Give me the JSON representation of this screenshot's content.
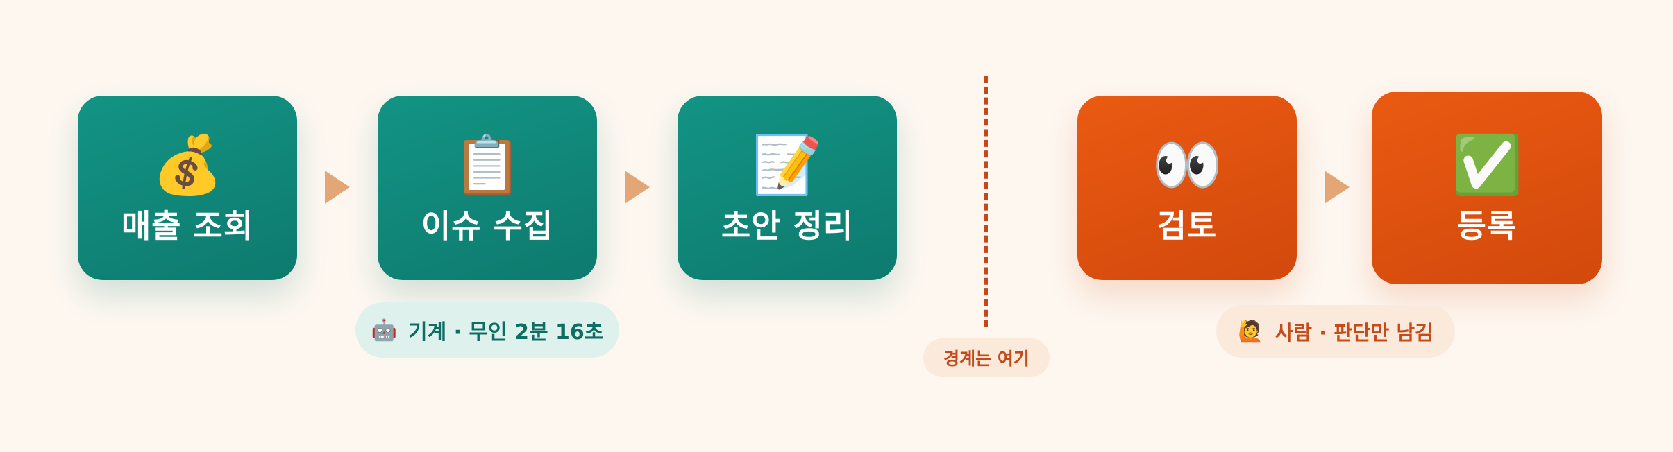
{
  "steps": [
    {
      "icon": "💰",
      "icon_name": "money-bag-icon",
      "label": "매출 조회"
    },
    {
      "icon": "📋",
      "icon_name": "clipboard-icon",
      "label": "이슈 수집"
    },
    {
      "icon": "📝",
      "icon_name": "memo-icon",
      "label": "초안 정리"
    },
    {
      "icon": "👀",
      "icon_name": "eyes-icon",
      "label": "검토"
    },
    {
      "icon": "✅",
      "icon_name": "check-mark-icon",
      "label": "등록"
    }
  ],
  "machine_note": {
    "icon": "🤖",
    "icon_name": "robot-icon",
    "text": "기계 · 무인 2분 16초"
  },
  "boundary_note": {
    "text": "경계는 여기"
  },
  "human_note": {
    "icon": "🙋",
    "icon_name": "person-raising-hand-icon",
    "text": "사람 · 판단만 남김"
  },
  "colors": {
    "machine": "#129484",
    "human": "#ea5a12",
    "arrow": "#e3a677",
    "divider": "#c4481a",
    "background": "#fdf7f0"
  }
}
